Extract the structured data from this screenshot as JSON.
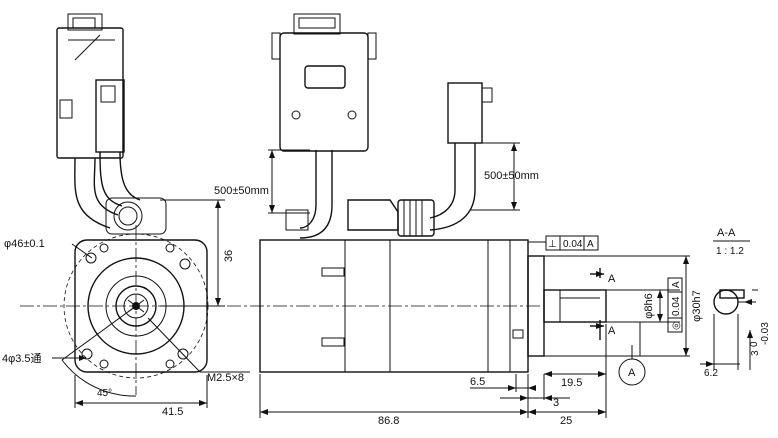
{
  "front_view": {
    "flange_pcd": "φ46±0.1",
    "height_36": "36",
    "mount_holes": "4φ3.5通",
    "thread": "M2.5×8",
    "angle": "45°",
    "flange_square": "41.5"
  },
  "side_view": {
    "cable1_length": "500±50mm",
    "cable2_length": "500±50mm",
    "perpendicularity_symbol": "⊥",
    "perpendicularity_value": "0.04",
    "perpendicularity_datum": "A",
    "runout_symbol": "◎",
    "runout_value": "0.04",
    "runout_datum": "A",
    "shaft_dia": "φ8h6",
    "pilot_dia": "φ30h7",
    "section_marker_top": "A",
    "section_marker_bottom": "A",
    "datum_circle": "A",
    "dim_6_5": "6.5",
    "dim_19_5": "19.5",
    "dim_3": "3",
    "dim_body_length": "86.8",
    "dim_shaft_length": "25"
  },
  "section_view": {
    "title": "A-A",
    "scale": "1 : 1.2",
    "key_height": "3",
    "key_tolerance": "-0.03",
    "key_tolerance_upper": "0",
    "shaft_flat": "6.2"
  }
}
